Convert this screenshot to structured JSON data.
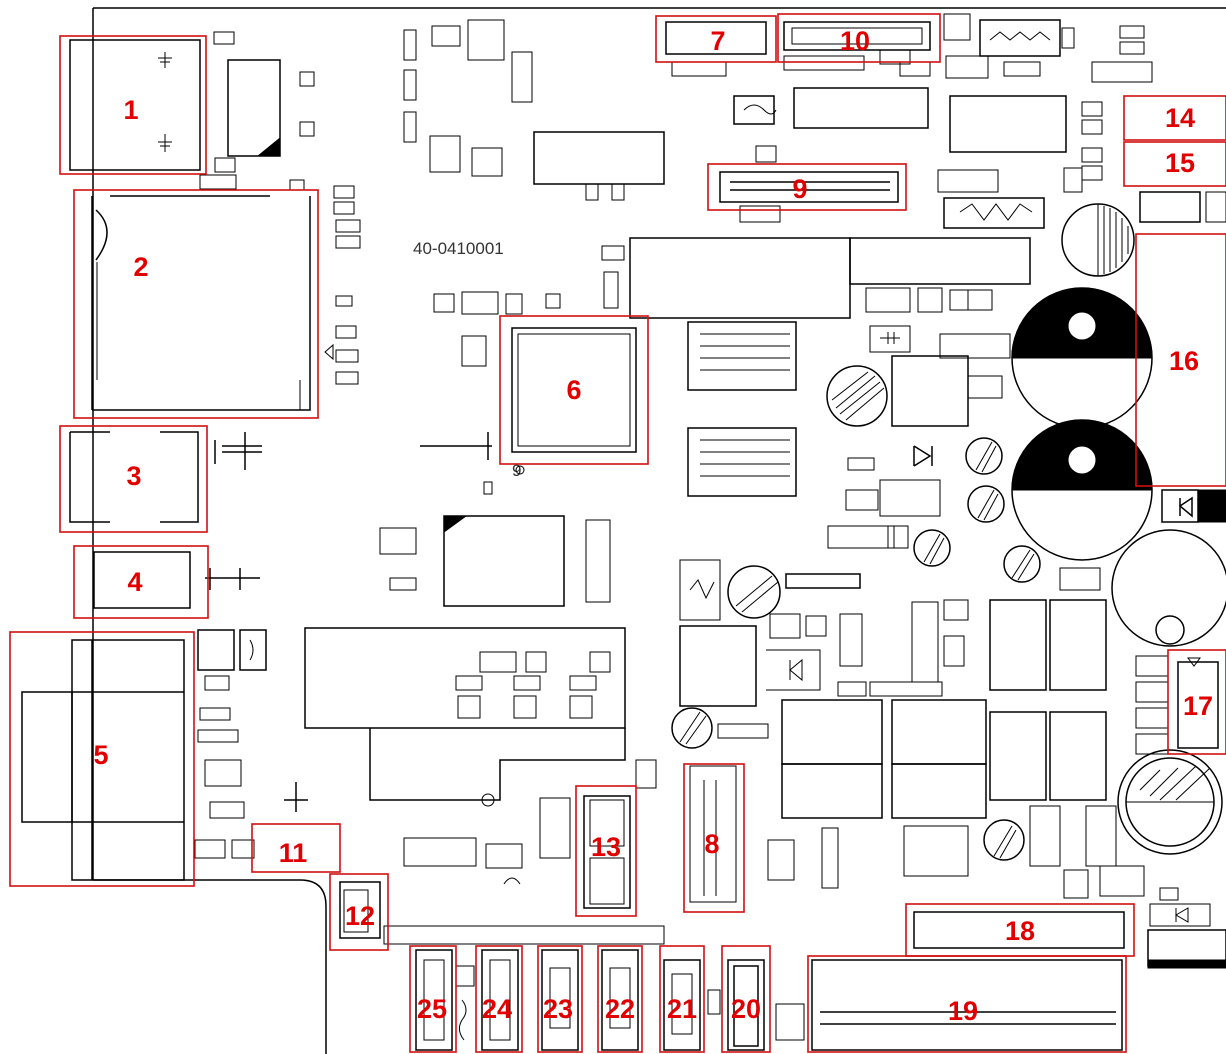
{
  "board_label": "40-0410001",
  "colors": {
    "callout": "#e00000",
    "ink": "#000000",
    "background": "#ffffff"
  },
  "callouts": [
    {
      "id": "callout-1",
      "label": "1"
    },
    {
      "id": "callout-2",
      "label": "2"
    },
    {
      "id": "callout-3",
      "label": "3"
    },
    {
      "id": "callout-4",
      "label": "4"
    },
    {
      "id": "callout-5",
      "label": "5"
    },
    {
      "id": "callout-6",
      "label": "6"
    },
    {
      "id": "callout-7",
      "label": "7"
    },
    {
      "id": "callout-8",
      "label": "8"
    },
    {
      "id": "callout-9",
      "label": "9"
    },
    {
      "id": "callout-10",
      "label": "10"
    },
    {
      "id": "callout-11",
      "label": "11"
    },
    {
      "id": "callout-12",
      "label": "12"
    },
    {
      "id": "callout-13",
      "label": "13"
    },
    {
      "id": "callout-14",
      "label": "14"
    },
    {
      "id": "callout-15",
      "label": "15"
    },
    {
      "id": "callout-16",
      "label": "16"
    },
    {
      "id": "callout-17",
      "label": "17"
    },
    {
      "id": "callout-18",
      "label": "18"
    },
    {
      "id": "callout-19",
      "label": "19"
    },
    {
      "id": "callout-20",
      "label": "20"
    },
    {
      "id": "callout-21",
      "label": "21"
    },
    {
      "id": "callout-22",
      "label": "22"
    },
    {
      "id": "callout-23",
      "label": "23"
    },
    {
      "id": "callout-24",
      "label": "24"
    },
    {
      "id": "callout-25",
      "label": "25"
    }
  ]
}
